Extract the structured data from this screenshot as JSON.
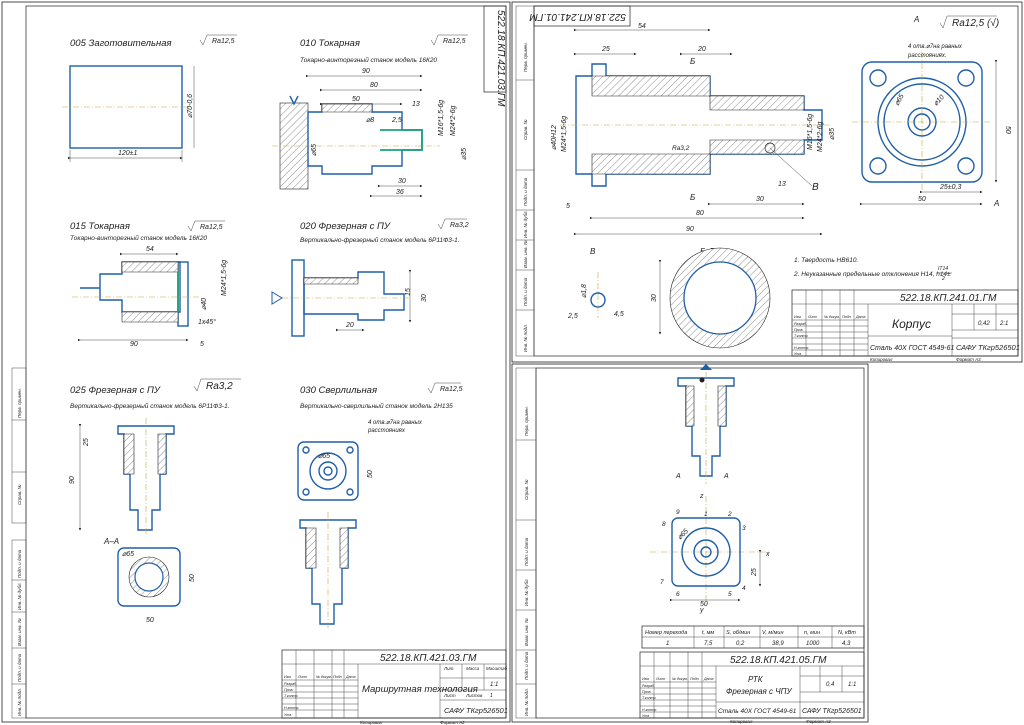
{
  "sheet1": {
    "code": "522.18.КП.421.03.ГМ",
    "ops": [
      {
        "title": "005 Заготовительная",
        "roughness": "Ra12,5",
        "desc": "",
        "dims": [
          "120±1",
          "⌀70-0,6"
        ]
      },
      {
        "title": "010 Токарная",
        "roughness": "Ra12,5",
        "desc": "Токарно-винторезный станок модель 16К20",
        "dims": [
          "90",
          "80",
          "50",
          "13",
          "2,5",
          "36",
          "30",
          "⌀65",
          "⌀35",
          "M16*1,5-6g",
          "M24*2-6g",
          "⌀8"
        ]
      },
      {
        "title": "015 Токарная",
        "roughness": "Ra12,5",
        "desc": "Токарно-винторезный станок модель 16К20",
        "dims": [
          "54",
          "90",
          "5",
          "1x45°",
          "M24*1,5-6g",
          "⌀40"
        ]
      },
      {
        "title": "020 Фрезерная с ПУ",
        "roughness": "Ra3,2",
        "desc": "Вертикально-фрезерный станок модель 6Р11Ф3-1.",
        "dims": [
          "20",
          "30",
          "15"
        ]
      },
      {
        "title": "025 Фрезерная с ПУ",
        "roughness": "Ra3,2",
        "desc": "Вертикально-фрезерный станок модель 6Р11Ф3-1.",
        "dims": [
          "25",
          "90",
          "50",
          "50",
          "⌀65"
        ]
      },
      {
        "title": "030 Сверлильная",
        "roughness": "Ra12,5",
        "desc": "Вертикально-сверлильный станок модель 2Н135",
        "dims": [
          "50",
          "⌀65"
        ]
      }
    ],
    "drill_note": [
      "4 отв.⌀7на равных",
      "расстояниях"
    ],
    "section_label": "А–А",
    "title_block": {
      "code": "522.18.КП.421.03.ГМ",
      "name": "Маршрутная технология",
      "org": "САФУ ТКгр526501",
      "sheet_label": "Лист",
      "sheets_label": "Листов",
      "lit": "Лит.",
      "mass": "Масса",
      "scale": "Масштаб",
      "sheet_no": "1",
      "scale_val": "1:1",
      "copied": "Копировал",
      "format": "Формат  А2"
    }
  },
  "sheet2": {
    "code": "522.18.КП.241.01.ГМ",
    "roughness": "Ra12,5 (√)",
    "dims": [
      "54",
      "25",
      "20",
      "Б",
      "Ra3,2",
      "⌀40Н12",
      "M24*1,5-6g",
      "M16*1,5-6g",
      "M24*2-6g",
      "13",
      "⌀35",
      "5",
      "80",
      "30",
      "90",
      "В",
      "Б"
    ],
    "note_holes": [
      "4 отв.⌀7на равных",
      "расстояниях."
    ],
    "front_dims": [
      "50",
      "25±0,3",
      "50",
      "⌀65",
      "⌀10",
      "A",
      "A"
    ],
    "view_v": "В",
    "view_v_dims": [
      "⌀1,8",
      "2,5",
      "4,5"
    ],
    "section": "Б–Б",
    "section_dim": "30",
    "notes": [
      "1. Твердость НВ610.",
      "2. Неуказанные предельные отклонения H14, h14±",
      "IT14",
      "2"
    ],
    "title_block": {
      "code": "522.18.КП.241.01.ГМ",
      "name": "Корпус",
      "material": "Сталь 40Х ГОСТ 4549-61",
      "org": "САФУ ТКгр526501",
      "mass": "0,42",
      "scale": "2:1",
      "copied": "Копировал",
      "format": "Формат  А3"
    }
  },
  "sheet3": {
    "code": "522.18.КП.421.05.ГМ",
    "dims": [
      "25",
      "50",
      "⌀65",
      "x",
      "y",
      "z",
      "A",
      "A"
    ],
    "points": [
      "1",
      "2",
      "3",
      "4",
      "5",
      "6",
      "7",
      "8",
      "9"
    ],
    "table": {
      "headers": [
        "Номер перехода",
        "t, мм",
        "S, об/мин",
        "V, м/мин",
        "n, мин",
        "N, кВт"
      ],
      "row": [
        "1",
        "7,5",
        "0,2",
        "38,9",
        "1000",
        "4,3"
      ]
    },
    "title_block": {
      "code": "522.18.КП.421.05.ГМ",
      "name1": "РТК",
      "name2": "Фрезерная с ЧПУ",
      "material": "Сталь 40Х ГОСТ 4549-61",
      "org": "САФУ ТКгр526501",
      "mass": "0,4",
      "scale": "1:1",
      "copied": "Копировал",
      "format": "Формат  А3"
    }
  },
  "stamp_cols": [
    "Изм.",
    "Лист",
    "№ докум.",
    "Подп.",
    "Дата"
  ],
  "stamp_rows": [
    "Разраб.",
    "Пров.",
    "Т.контр.",
    "Н.контр.",
    "Утв."
  ],
  "side_labels": [
    "Перв. примен.",
    "Справ. №",
    "Подп. и дата",
    "Инв. № дубл.",
    "Взам. инв. №",
    "Подп. и дата",
    "Инв. № подл."
  ]
}
